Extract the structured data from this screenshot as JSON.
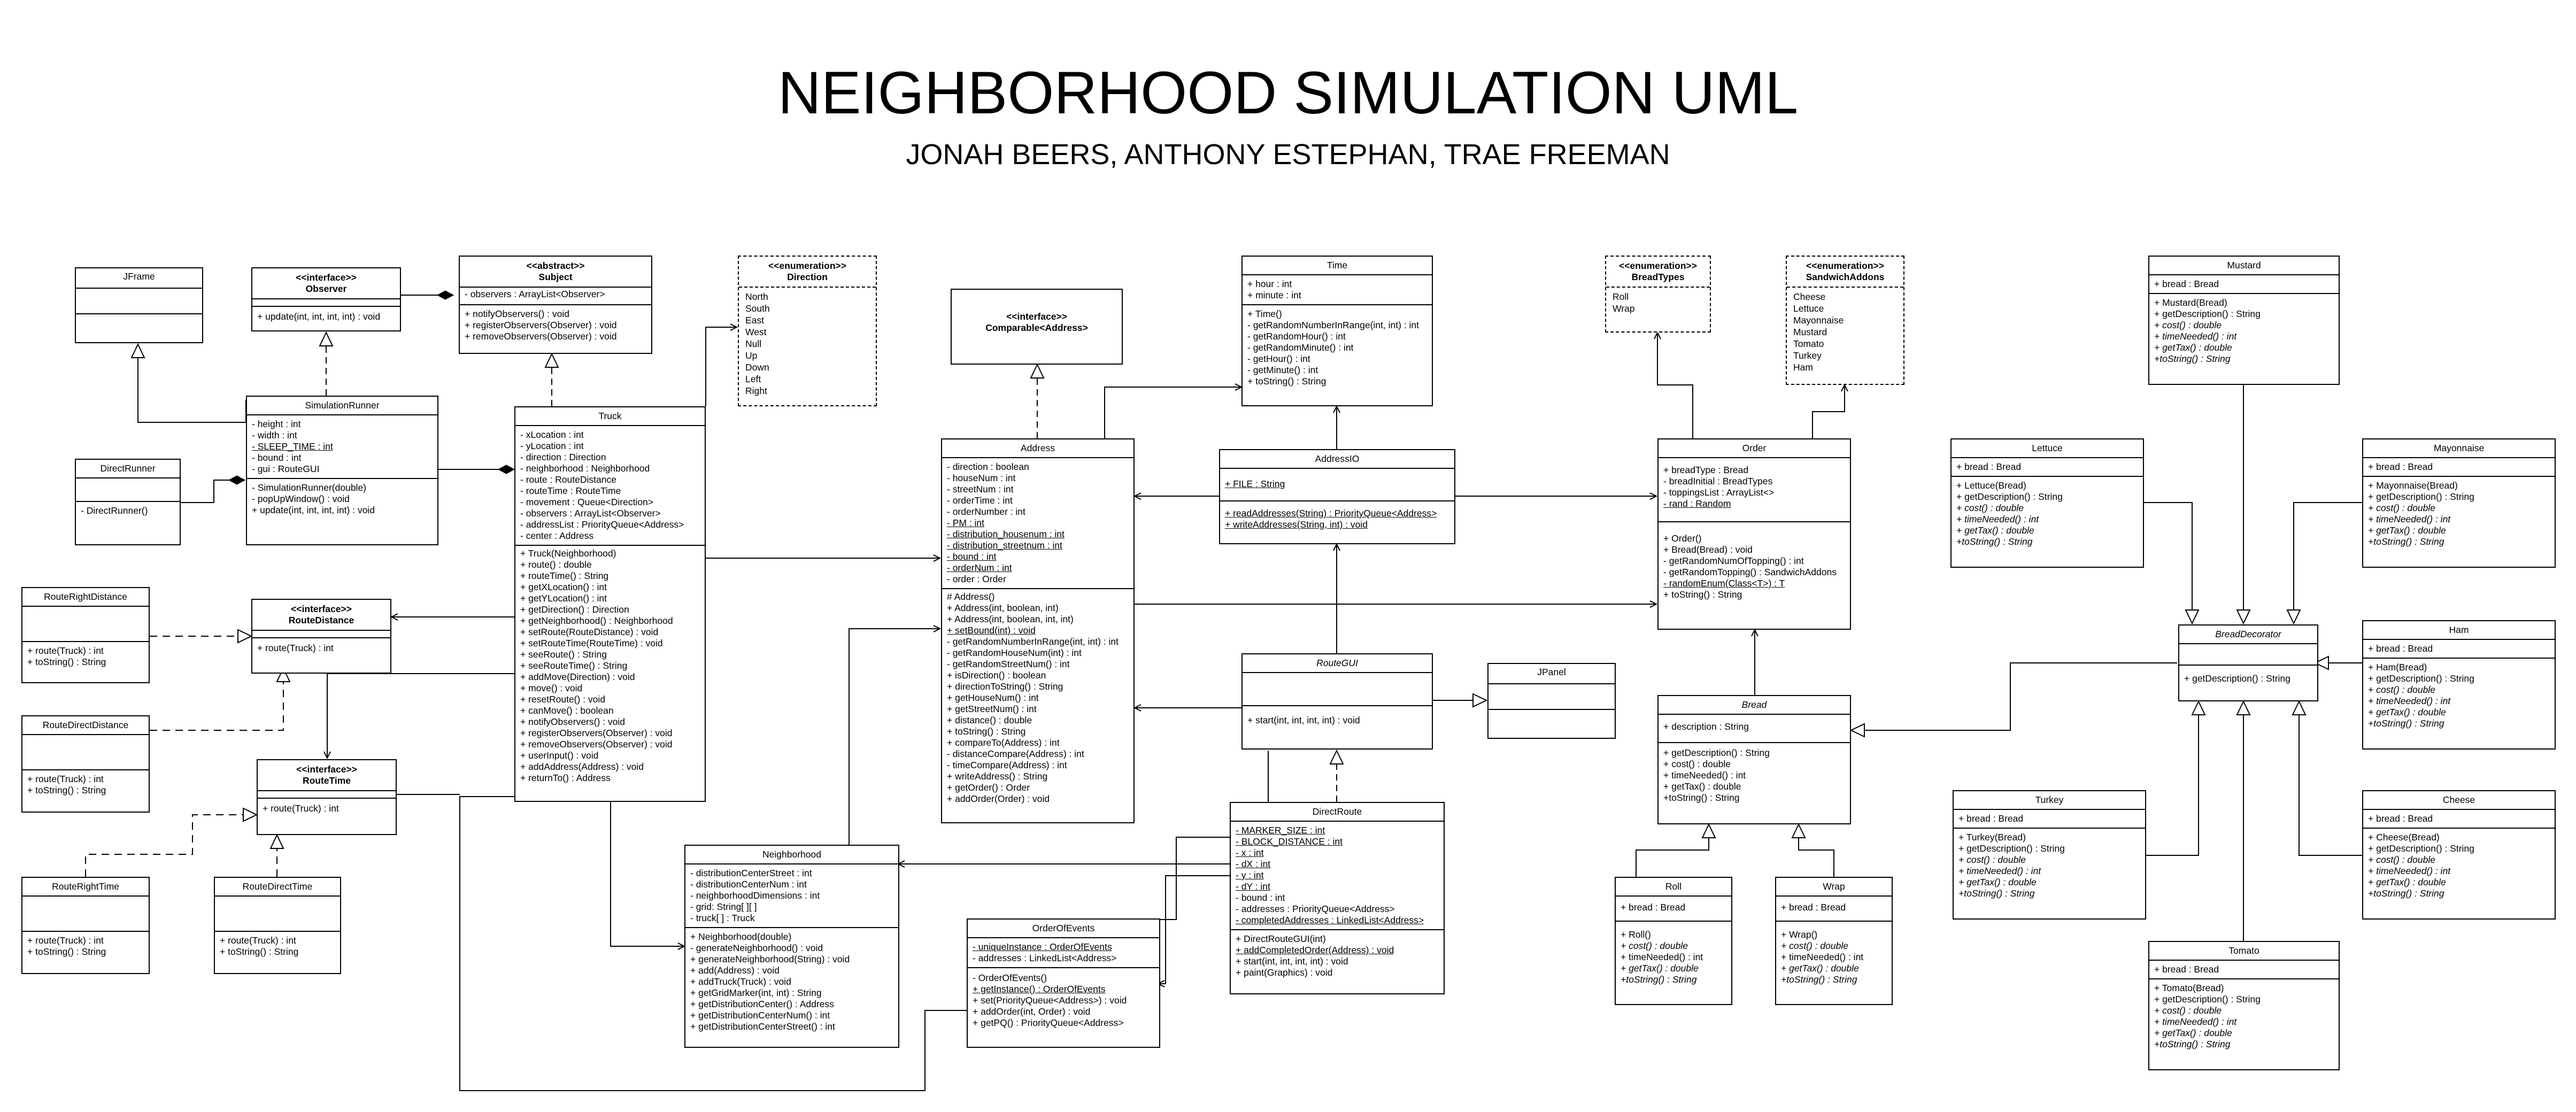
{
  "title": "NEIGHBORHOOD SIMULATION UML",
  "subtitle": "JONAH BEERS, ANTHONY ESTEPHAN, TRAE FREEMAN",
  "classes": {
    "jframe": {
      "stereotype": "",
      "name": "JFrame",
      "fields": [],
      "methods": []
    },
    "observer": {
      "stereotype": "<<interface>>",
      "name": "Observer",
      "fields": [],
      "methods": [
        "+ update(int, int, int, int) : void"
      ]
    },
    "subject": {
      "stereotype": "<<abstract>>",
      "name": "Subject",
      "fields": [
        "- observers : ArrayList<Observer>"
      ],
      "methods": [
        "+ notifyObservers() : void",
        "+ registerObservers(Observer) : void",
        "+ removeObservers(Observer) : void"
      ]
    },
    "direction": {
      "stereotype": "<<enumeration>>",
      "name": "Direction",
      "literals": [
        "North",
        "South",
        "East",
        "West",
        "Null",
        "Up",
        "Down",
        "Left",
        "Right"
      ]
    },
    "comparable": {
      "stereotype": "<<interface>>",
      "name": "Comparable<Address>"
    },
    "time": {
      "stereotype": "",
      "name": "Time",
      "fields": [
        "+ hour : int",
        "+ minute : int"
      ],
      "methods": [
        "+ Time()",
        "- getRandomNumberInRange(int, int) : int",
        "- getRandomHour() : int",
        "- getRandomMinute() : int",
        "- getHour() : int",
        "- getMinute() : int",
        "+ toString() : String"
      ]
    },
    "breadtypes": {
      "stereotype": "<<enumeration>>",
      "name": "BreadTypes",
      "literals": [
        "Roll",
        "Wrap"
      ]
    },
    "sandwichaddons": {
      "stereotype": "<<enumeration>>",
      "name": "SandwichAddons",
      "literals": [
        "Cheese",
        "Lettuce",
        "Mayonnaise",
        "Mustard",
        "Tomato",
        "Turkey",
        "Ham"
      ]
    },
    "mustard": {
      "stereotype": "",
      "name": "Mustard",
      "fields": [
        "+ bread : Bread"
      ],
      "methods": [
        "+ Mustard(Bread)",
        "+ getDescription() : String",
        "+ cost() : double",
        "+ timeNeeded() : int",
        "+ getTax() : double",
        "+toString() : String"
      ]
    },
    "simulationrunner": {
      "stereotype": "",
      "name": "SimulationRunner",
      "fields": [
        "- height : int",
        "- width : int",
        "- SLEEP_TIME : int",
        "- bound : int",
        "- gui : RouteGUI"
      ],
      "methods": [
        "- SimulationRunner(double)",
        "- popUpWindow() : void",
        "+ update(int, int, int, int) : void"
      ]
    },
    "directrunner": {
      "stereotype": "",
      "name": "DirectRunner",
      "fields": [],
      "methods": [
        "- DirectRunner()"
      ]
    },
    "truck": {
      "stereotype": "",
      "name": "Truck",
      "fields": [
        "- xLocation : int",
        "- yLocation : int",
        "- direction : Direction",
        "- neighborhood : Neighborhood",
        "- route : RouteDistance",
        "- routeTime : RouteTime",
        "- movement : Queue<Direction>",
        "- observers : ArrayList<Observer>",
        "- addressList : PriorityQueue<Address>",
        "- center : Address"
      ],
      "methods": [
        "+ Truck(Neighborhood)",
        "+ route() : double",
        "+ routeTime() : String",
        "+ getXLocation() : int",
        "+ getYLocation() : int",
        "+ getDirection() : Direction",
        "+ getNeighborhood() : Neighborhood",
        "+ setRoute(RouteDistance) : void",
        "+ setRouteTime(RouteTime) : void",
        "+ seeRoute() : String",
        "+ seeRouteTime() : String",
        "+ addMove(Direction) : void",
        "+ move() : void",
        "+ resetRoute() : void",
        "+ canMove() : boolean",
        "+ notifyObservers() : void",
        "+ registerObservers(Observer) : void",
        "+ removeObservers(Observer) : void",
        "+ userInput() : void",
        "+ addAddress(Address) : void",
        "+ returnTo() : Address"
      ]
    },
    "address": {
      "stereotype": "",
      "name": "Address",
      "fields": [
        "- direction : boolean",
        "- houseNum : int",
        "- streetNum : int",
        "- orderTime : int",
        "- orderNumber : int",
        "- PM : int",
        "- distribution_housenum : int",
        "- distribution_streetnum : int",
        "- bound : int",
        "- orderNum : int",
        "- order : Order"
      ],
      "methods": [
        "# Address()",
        "+ Address(int, boolean, int)",
        "+ Address(int, boolean, int, int)",
        "+ setBound(int) : void",
        "- getRandomNumberInRange(int, int) : int",
        "- getRandomHouseNum(int) : int",
        "- getRandomStreetNum() : int",
        "+ isDirection() : boolean",
        "+ directionToString() : String",
        "+ getHouseNum() : int",
        "+ getStreetNum() : int",
        "+ distance() : double",
        "+ toString() : String",
        "+ compareTo(Address) : int",
        "- distanceCompare(Address) : int",
        "- timeCompare(Address) : int",
        "+ writeAddress() : String",
        "+ getOrder() : Order",
        "+ addOrder(Order) : void"
      ]
    },
    "addressio": {
      "stereotype": "",
      "name": "AddressIO",
      "fields": [
        "+ FILE : String"
      ],
      "methods": [
        "+ readAddresses(String) : PriorityQueue<Address>",
        "+ writeAddresses(String, int) : void"
      ]
    },
    "order": {
      "stereotype": "",
      "name": "Order",
      "fields": [
        "+ breadType : Bread",
        "- breadInitial : BreadTypes",
        "- toppingsList : ArrayList<>",
        "- rand : Random"
      ],
      "methods": [
        "+ Order()",
        "+ Bread(Bread) : void",
        "- getRandomNumOfTopping() : int",
        "- getRandomTopping() : SandwichAddons",
        "- randomEnum(Class<T>) : T",
        "+ toString() : String"
      ]
    },
    "lettuce": {
      "stereotype": "",
      "name": "Lettuce",
      "fields": [
        "+ bread : Bread"
      ],
      "methods": [
        "+ Lettuce(Bread)",
        "+ getDescription() : String",
        "+ cost() : double",
        "+ timeNeeded() : int",
        "+ getTax() : double",
        "+toString() : String"
      ]
    },
    "mayonnaise": {
      "stereotype": "",
      "name": "Mayonnaise",
      "fields": [
        "+ bread : Bread"
      ],
      "methods": [
        "+ Mayonnaise(Bread)",
        "+ getDescription() : String",
        "+ cost() : double",
        "+ timeNeeded() : int",
        "+ getTax() : double",
        "+toString() : String"
      ]
    },
    "routerightdistance": {
      "stereotype": "",
      "name": "RouteRightDistance",
      "fields": [],
      "methods": [
        "+ route(Truck) : int",
        "+ toString() : String"
      ]
    },
    "routedistance": {
      "stereotype": "<<interface>>",
      "name": "RouteDistance",
      "fields": [],
      "methods": [
        "+ route(Truck) : int"
      ]
    },
    "routegui": {
      "stereotype": "",
      "name": "RouteGUI",
      "fields": [],
      "methods": [
        "+ start(int, int, int, int) : void"
      ]
    },
    "jpanel": {
      "stereotype": "",
      "name": "JPanel",
      "fields": [],
      "methods": []
    },
    "breaddecorator": {
      "stereotype": "",
      "name": "BreadDecorator",
      "fields": [],
      "methods": [
        "+ getDescription() : String"
      ]
    },
    "ham": {
      "stereotype": "",
      "name": "Ham",
      "fields": [
        "+ bread : Bread"
      ],
      "methods": [
        "+ Ham(Bread)",
        "+ getDescription() : String",
        "+ cost() : double",
        "+ timeNeeded() : int",
        "+ getTax() : double",
        "+toString() : String"
      ]
    },
    "bread": {
      "stereotype": "",
      "name": "Bread",
      "fields": [
        "+ description : String"
      ],
      "methods": [
        "+ getDescription() : String",
        "+ cost() : double",
        "+ timeNeeded() : int",
        "+ getTax() : double",
        "+toString() : String"
      ]
    },
    "routedirectdistance": {
      "stereotype": "",
      "name": "RouteDirectDistance",
      "fields": [],
      "methods": [
        "+ route(Truck) : int",
        "+ toString() : String"
      ]
    },
    "routetime": {
      "stereotype": "<<interface>>",
      "name": "RouteTime",
      "fields": [],
      "methods": [
        "+ route(Truck) : int"
      ]
    },
    "directroute": {
      "stereotype": "",
      "name": "DirectRoute",
      "fields": [
        "- MARKER_SIZE : int",
        "- BLOCK_DISTANCE : int",
        "- x : int",
        "- dX : int",
        "- y : int",
        "- dY : int",
        "- bound : int",
        "- addresses : PriorityQueue<Address>",
        "- completedAddresses : LinkedList<Address>"
      ],
      "methods": [
        "+ DirectRouteGUI(int)",
        "+ addCompletedOrder(Address) : void",
        "+ start(int, int, int, int) : void",
        "+ paint(Graphics) : void"
      ]
    },
    "neighborhood": {
      "stereotype": "",
      "name": "Neighborhood",
      "fields": [
        "- distributionCenterStreet : int",
        "- distributionCenterNum : int",
        "- neighborhoodDimensions : int",
        "- grid: String[ ][ ]",
        "- truck[ ] : Truck"
      ],
      "methods": [
        "+ Neighborhood(double)",
        "- generateNeighborhood() : void",
        "+ generateNeighborhood(String) : void",
        "+ add(Address) : void",
        "+ addTruck(Truck) : void",
        "+ getGridMarker(int, int) : String",
        "+ getDistributionCenter() : Address",
        "+ getDistributionCenterNum() : int",
        "+ getDistributionCenterStreet() : int"
      ]
    },
    "roll": {
      "stereotype": "",
      "name": "Roll",
      "fields": [
        "+ bread : Bread"
      ],
      "methods": [
        "+ Roll()",
        "+ cost() : double",
        "+ timeNeeded() : int",
        "+ getTax() : double",
        "+toString() : String"
      ]
    },
    "wrap": {
      "stereotype": "",
      "name": "Wrap",
      "fields": [
        "+ bread : Bread"
      ],
      "methods": [
        "+ Wrap()",
        "+ cost() : double",
        "+ timeNeeded() : int",
        "+ getTax() : double",
        "+toString() : String"
      ]
    },
    "turkey": {
      "stereotype": "",
      "name": "Turkey",
      "fields": [
        "+ bread : Bread"
      ],
      "methods": [
        "+ Turkey(Bread)",
        "+ getDescription() : String",
        "+ cost() : double",
        "+ timeNeeded() : int",
        "+ getTax() : double",
        "+toString() : String"
      ]
    },
    "cheese": {
      "stereotype": "",
      "name": "Cheese",
      "fields": [
        "+ bread : Bread"
      ],
      "methods": [
        "+ Cheese(Bread)",
        "+ getDescription() : String",
        "+ cost() : double",
        "+ timeNeeded() : int",
        "+ getTax() : double",
        "+toString() : String"
      ]
    },
    "orderofevents": {
      "stereotype": "",
      "name": "OrderOfEvents",
      "fields": [
        "- uniqueInstance : OrderOfEvents",
        "- addresses : LinkedList<Address>"
      ],
      "methods": [
        "- OrderOfEvents()",
        "+ getInstance() : OrderOfEvents",
        "+ set(PriorityQueue<Address>) : void",
        "+ addOrder(int, Order) : void",
        "+ getPQ() : PriorityQueue<Address>"
      ]
    },
    "routerighttime": {
      "stereotype": "",
      "name": "RouteRightTime",
      "fields": [],
      "methods": [
        "+ route(Truck) : int",
        "+ toString() : String"
      ]
    },
    "routedirecttime": {
      "stereotype": "",
      "name": "RouteDirectTime",
      "fields": [],
      "methods": [
        "+ route(Truck) : int",
        "+ toString() : String"
      ]
    },
    "tomato": {
      "stereotype": "",
      "name": "Tomato",
      "fields": [
        "+ bread : Bread"
      ],
      "methods": [
        "+ Tomato(Bread)",
        "+ getDescription() : String",
        "+ cost() : double",
        "+ timeNeeded() : int",
        "+ getTax() : double",
        "+toString() : String"
      ]
    }
  }
}
